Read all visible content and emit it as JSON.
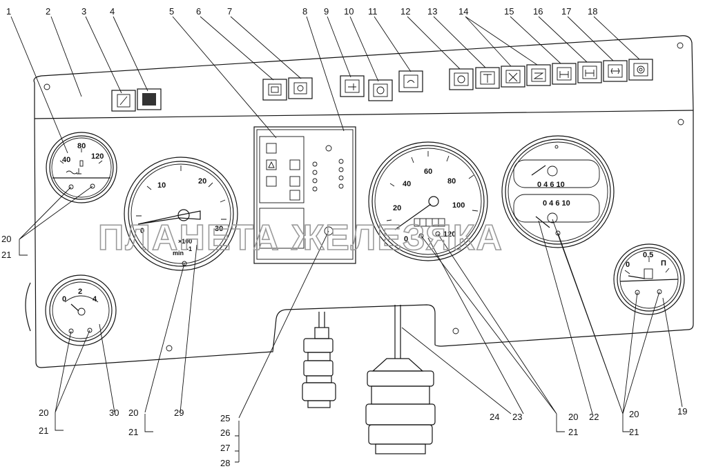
{
  "callouts_top": [
    "1",
    "2",
    "3",
    "4",
    "5",
    "6",
    "7",
    "8",
    "9",
    "10",
    "11",
    "12",
    "13",
    "14",
    "15",
    "16",
    "17",
    "18"
  ],
  "callouts_side": {
    "c20a": "20",
    "c21a": "21",
    "c20b": "20",
    "c21b": "21",
    "c30": "30",
    "c20c": "20",
    "c21c": "21",
    "c29": "29",
    "c25": "25",
    "c26": "26",
    "c27": "27",
    "c28": "28",
    "c24": "24",
    "c23": "23",
    "c20d": "20",
    "c21d": "21",
    "c22": "22",
    "c20e": "20",
    "c21e": "21",
    "c19": "19"
  },
  "temp_gauge": {
    "ticks": [
      "40",
      "80",
      "120"
    ]
  },
  "oil_gauge": {
    "ticks": [
      "0",
      "2",
      "4"
    ]
  },
  "tacho": {
    "ticks": [
      "0",
      "10",
      "20",
      "30"
    ],
    "multiplier": "×100",
    "unit": "min",
    "unit_exp": "-1"
  },
  "speedo": {
    "ticks": [
      "0",
      "20",
      "40",
      "60",
      "80",
      "100",
      "120"
    ]
  },
  "air_gauge": {
    "upper_scale": "0 4 6 10",
    "lower_scale": "0 4 6 10"
  },
  "fuel_gauge": {
    "ticks": [
      "0",
      "0.5",
      "П"
    ]
  },
  "watermark": "ПЛАНЕТА ЖЕЛЕЗЯКА"
}
